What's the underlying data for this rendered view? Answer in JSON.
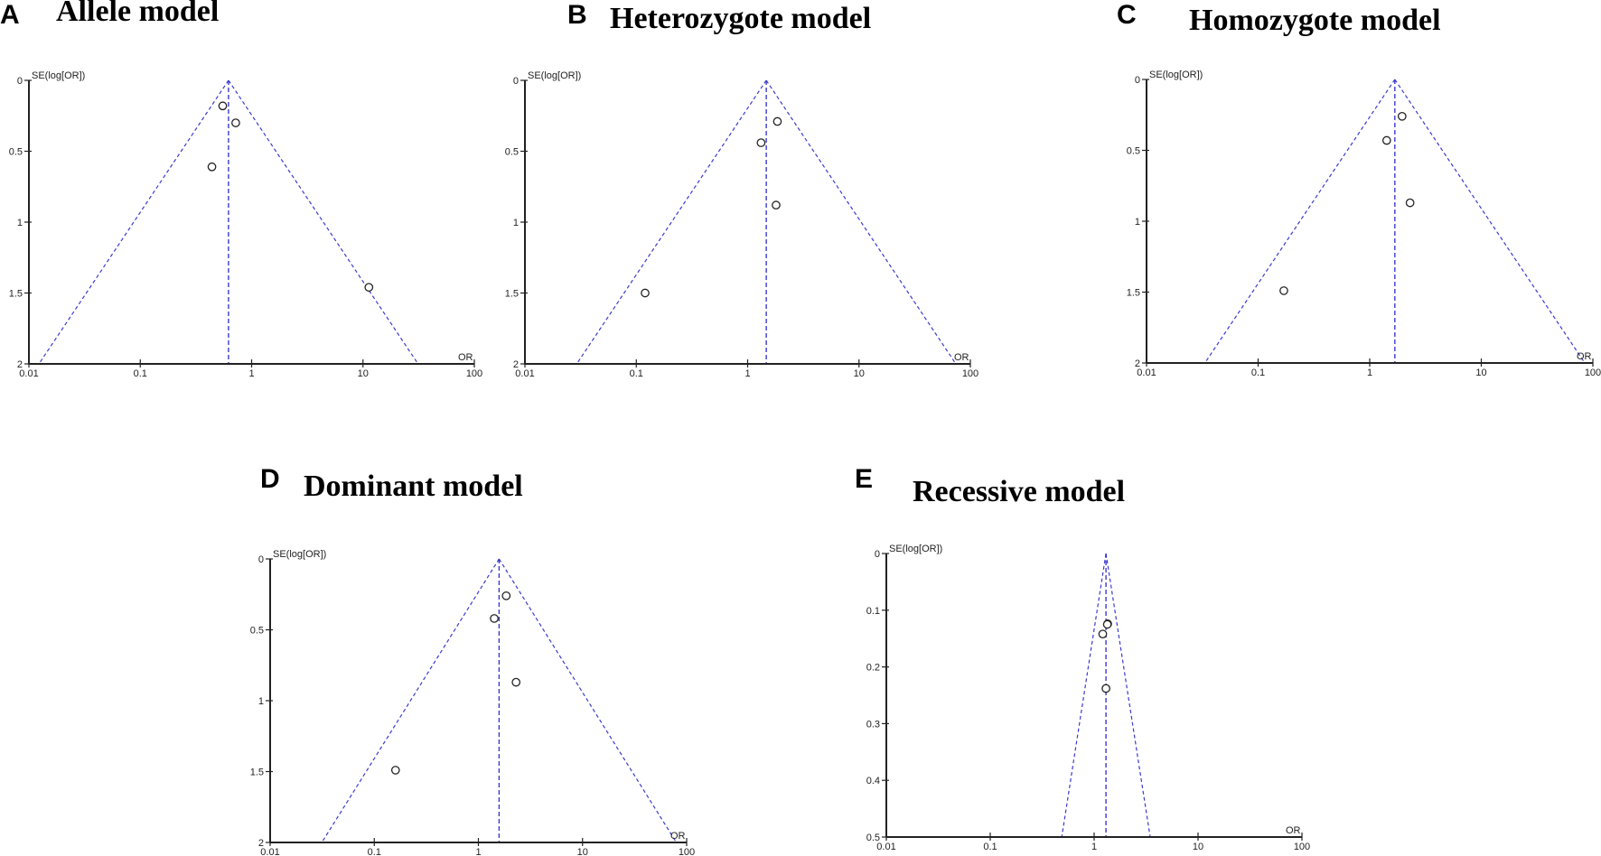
{
  "chart_data": [
    {
      "type": "scatter",
      "subtype": "funnel_plot",
      "panel": "A",
      "title": "Allele model",
      "xlabel": "OR",
      "ylabel": "SE(log[OR])",
      "xscale": "log",
      "xlim": [
        0.01,
        100
      ],
      "ylim": [
        2,
        0
      ],
      "xticks": [
        "0.01",
        "0.1",
        "1",
        "10",
        "100"
      ],
      "yticks": [
        "0",
        "0.5",
        "1",
        "1.5",
        "2"
      ],
      "pooled_or": 0.62,
      "points": [
        {
          "or": 0.55,
          "se": 0.18
        },
        {
          "or": 0.72,
          "se": 0.3
        },
        {
          "or": 0.44,
          "se": 0.61
        },
        {
          "or": 11.3,
          "se": 1.46
        }
      ],
      "grid": false,
      "legend": "none"
    },
    {
      "type": "scatter",
      "subtype": "funnel_plot",
      "panel": "B",
      "title": "Heterozygote model",
      "xlabel": "OR",
      "ylabel": "SE(log[OR])",
      "xscale": "log",
      "xlim": [
        0.01,
        100
      ],
      "ylim": [
        2,
        0
      ],
      "xticks": [
        "0.01",
        "0.1",
        "1",
        "10",
        "100"
      ],
      "yticks": [
        "0",
        "0.5",
        "1",
        "1.5",
        "2"
      ],
      "pooled_or": 1.47,
      "points": [
        {
          "or": 1.85,
          "se": 0.29
        },
        {
          "or": 1.32,
          "se": 0.44
        },
        {
          "or": 1.8,
          "se": 0.88
        },
        {
          "or": 0.12,
          "se": 1.5
        }
      ],
      "grid": false,
      "legend": "none"
    },
    {
      "type": "scatter",
      "subtype": "funnel_plot",
      "panel": "C",
      "title": "Homozygote model",
      "xlabel": "OR",
      "ylabel": "SE(log[OR])",
      "xscale": "log",
      "xlim": [
        0.01,
        100
      ],
      "ylim": [
        2,
        0
      ],
      "xticks": [
        "0.01",
        "0.1",
        "1",
        "10",
        "100"
      ],
      "yticks": [
        "0",
        "0.5",
        "1",
        "1.5",
        "2"
      ],
      "pooled_or": 1.68,
      "points": [
        {
          "or": 1.95,
          "se": 0.26
        },
        {
          "or": 1.42,
          "se": 0.43
        },
        {
          "or": 2.3,
          "se": 0.87
        },
        {
          "or": 0.17,
          "se": 1.49
        }
      ],
      "grid": false,
      "legend": "none"
    },
    {
      "type": "scatter",
      "subtype": "funnel_plot",
      "panel": "D",
      "title": "Dominant model",
      "xlabel": "OR",
      "ylabel": "SE(log[OR])",
      "xscale": "log",
      "xlim": [
        0.01,
        100
      ],
      "ylim": [
        2,
        0
      ],
      "xticks": [
        "0.01",
        "0.1",
        "1",
        "10",
        "100"
      ],
      "yticks": [
        "0",
        "0.5",
        "1",
        "1.5",
        "2"
      ],
      "pooled_or": 1.58,
      "points": [
        {
          "or": 1.85,
          "se": 0.26
        },
        {
          "or": 1.42,
          "se": 0.42
        },
        {
          "or": 2.3,
          "se": 0.87
        },
        {
          "or": 0.16,
          "se": 1.49
        }
      ],
      "grid": false,
      "legend": "none"
    },
    {
      "type": "scatter",
      "subtype": "funnel_plot",
      "panel": "E",
      "title": "Recessive model",
      "xlabel": "OR",
      "ylabel": "SE(log[OR])",
      "xscale": "log",
      "xlim": [
        0.01,
        100
      ],
      "ylim": [
        0.5,
        0
      ],
      "xticks": [
        "0.01",
        "0.1",
        "1",
        "10",
        "100"
      ],
      "yticks": [
        "0",
        "0.1",
        "0.2",
        "0.3",
        "0.4",
        "0.5"
      ],
      "pooled_or": 1.3,
      "points": [
        {
          "or": 1.35,
          "se": 0.124
        },
        {
          "or": 1.34,
          "se": 0.125
        },
        {
          "or": 1.21,
          "se": 0.142
        },
        {
          "or": 1.3,
          "se": 0.238
        }
      ],
      "grid": false,
      "legend": "none"
    }
  ],
  "panels": [
    {
      "letter": "A",
      "title": "Allele model"
    },
    {
      "letter": "B",
      "title": "Heterozygote model"
    },
    {
      "letter": "C",
      "title": "Homozygote model"
    },
    {
      "letter": "D",
      "title": "Dominant model"
    },
    {
      "letter": "E",
      "title": "Recessive model"
    }
  ],
  "colors": {
    "funnel_line": "#3b3bd0",
    "axis": "#222222",
    "marker": "#222222"
  }
}
